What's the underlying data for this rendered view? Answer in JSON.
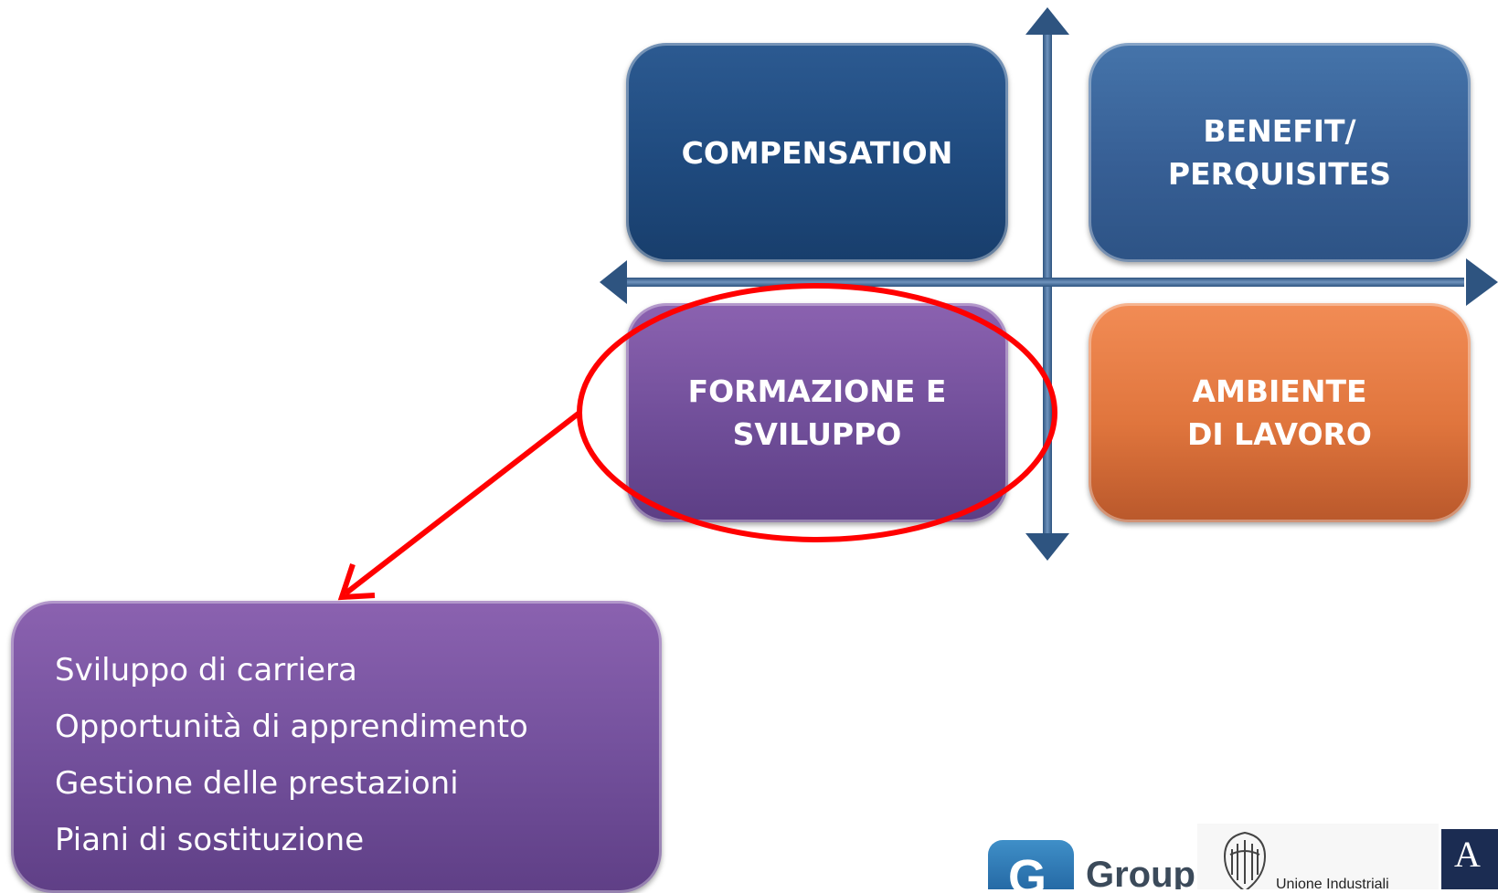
{
  "quadrants": {
    "top_left": {
      "lines": [
        "COMPENSATION"
      ]
    },
    "top_right": {
      "lines": [
        "BENEFIT/",
        "PERQUISITES"
      ]
    },
    "bottom_left": {
      "lines": [
        "FORMAZIONE E",
        "SVILUPPO"
      ]
    },
    "bottom_right": {
      "lines": [
        "AMBIENTE",
        "DI LAVORO"
      ]
    }
  },
  "detail_box": {
    "items": [
      "Sviluppo di carriera",
      "Opportunità di apprendimento",
      "Gestione delle prestazioni",
      "Piani di sostituzione"
    ]
  },
  "highlight": {
    "target": "bottom_left"
  },
  "logos": {
    "gi_group": {
      "letter": "G",
      "text": "Group"
    },
    "unione_industriali": {
      "text": "Unione Industriali"
    },
    "right_logo": {
      "letter": "A"
    }
  },
  "colors": {
    "compensation": "#1f4a7e",
    "benefit": "#375f95",
    "formazione": "#704e99",
    "ambiente": "#e0753d",
    "axis": "#3a5f8a",
    "highlight": "#ff0000",
    "detail_text": "#ffffff"
  },
  "icons": {
    "axis_arrows": [
      "arrow-up-icon",
      "arrow-down-icon",
      "arrow-left-icon",
      "arrow-right-icon"
    ]
  }
}
